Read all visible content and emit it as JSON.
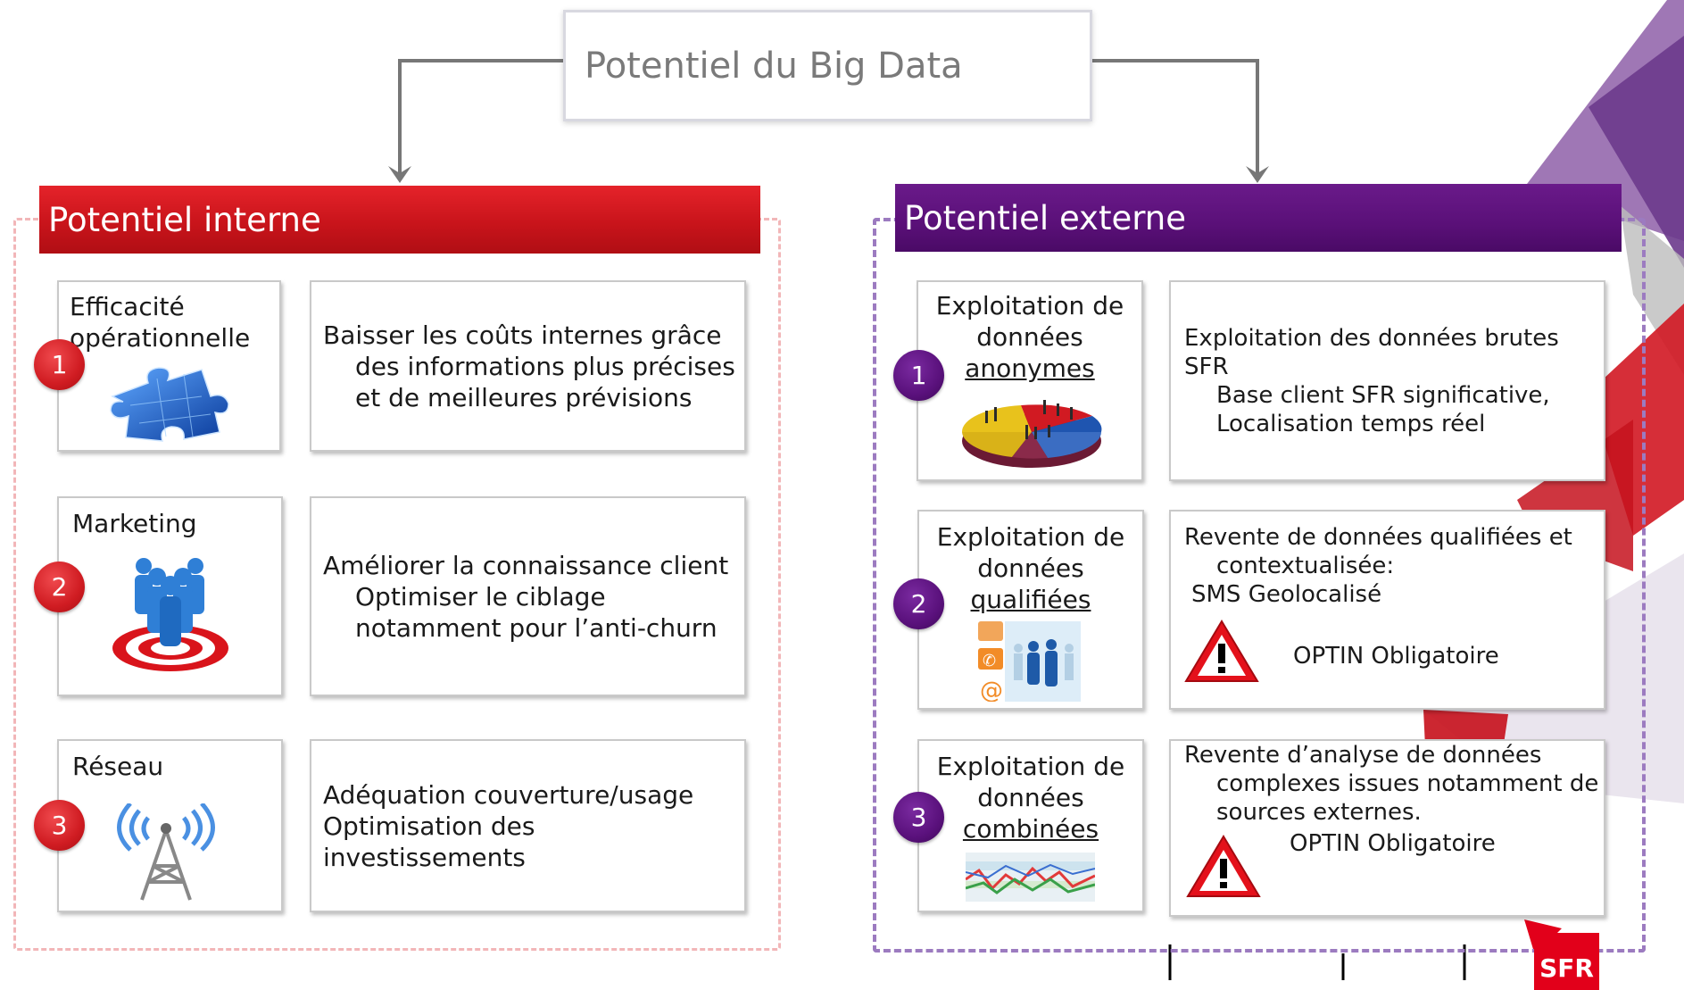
{
  "title": "Potentiel du Big Data",
  "internal": {
    "heading": "Potentiel interne",
    "items": [
      {
        "number": "1",
        "title_lines": [
          "Efficacité",
          "opérationnelle"
        ],
        "desc_lines": [
          "Baisser les coûts internes grâce",
          "des informations plus précises",
          "et de meilleures prévisions"
        ],
        "icon": "puzzle-piece-icon"
      },
      {
        "number": "2",
        "title_lines": [
          "Marketing"
        ],
        "desc_lines": [
          "Améliorer la connaissance client",
          "Optimiser le ciblage",
          "notamment  pour l’anti-churn"
        ],
        "icon": "target-people-icon"
      },
      {
        "number": "3",
        "title_lines": [
          "Réseau"
        ],
        "desc_lines": [
          "Adéquation couverture/usage",
          "Optimisation des investissements"
        ],
        "icon": "antenna-tower-icon"
      }
    ]
  },
  "external": {
    "heading": "Potentiel externe",
    "items": [
      {
        "number": "1",
        "title_lines": [
          "Exploitation de",
          "données"
        ],
        "title_underlined": "anonymes",
        "desc_lines": [
          "Exploitation des données brutes SFR",
          "Base client SFR significative,",
          "Localisation temps réel"
        ],
        "icon": "pie-chart-people-icon"
      },
      {
        "number": "2",
        "title_lines": [
          "Exploitation de",
          "données"
        ],
        "title_underlined": "qualifiées",
        "desc_lines": [
          "Revente de données qualifiées et",
          "contextualisée:",
          "SMS Geolocalisé"
        ],
        "warning_text": "OPTIN Obligatoire",
        "icon": "contact-channels-icon"
      },
      {
        "number": "3",
        "title_lines": [
          "Exploitation de",
          "données"
        ],
        "title_underlined": "combinées",
        "desc_lines": [
          "Revente d’analyse de données",
          "complexes issues notamment de",
          "sources externes."
        ],
        "warning_text": "OPTIN Obligatoire",
        "icon": "data-graph-icon"
      }
    ]
  },
  "logo": "SFR",
  "colors": {
    "internal": "#d01c22",
    "external": "#5a117c",
    "purple_accent": "#7b3f98",
    "brand": "#e2001a"
  }
}
